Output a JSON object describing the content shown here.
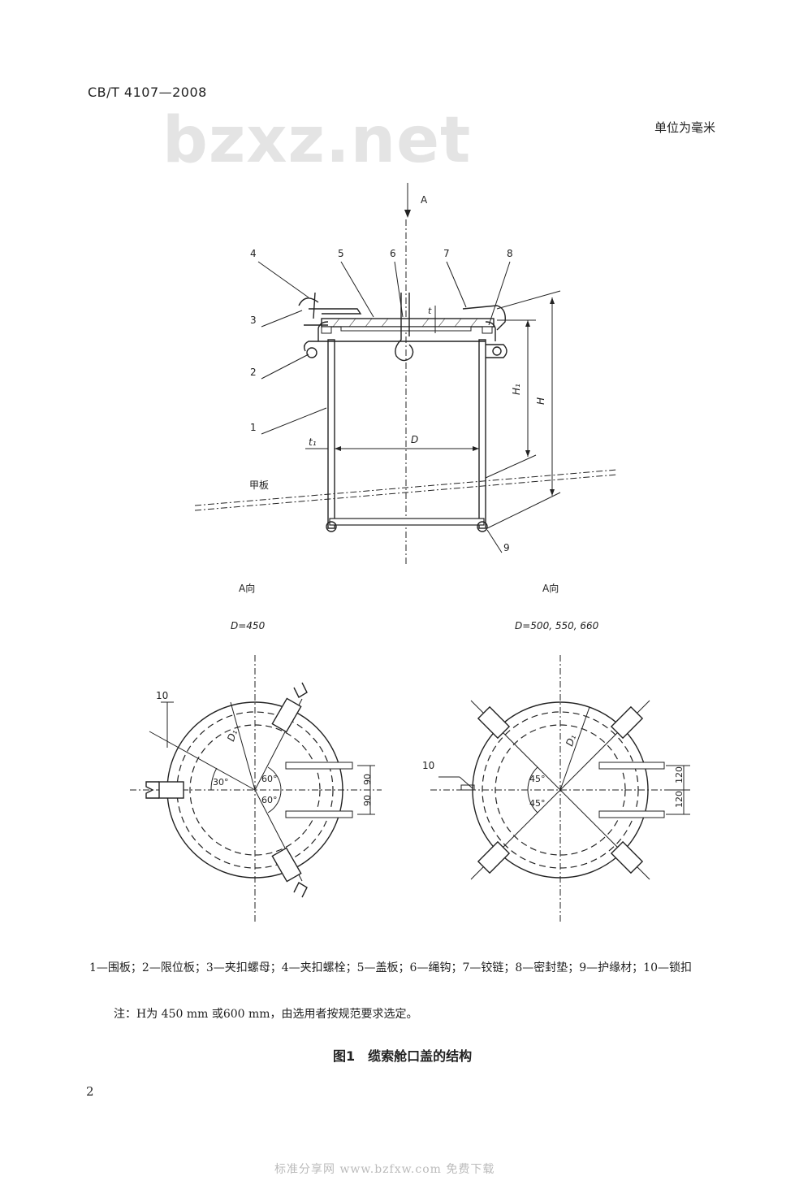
{
  "header": {
    "standard_number": "CB/T 4107—2008",
    "unit_note": "单位为毫米",
    "watermark": "bzxz.net"
  },
  "figure": {
    "view_arrow_label": "A",
    "part_numbers": [
      "4",
      "5",
      "6",
      "7",
      "8",
      "3",
      "2",
      "1",
      "9",
      "10",
      "10"
    ],
    "dimension_labels": {
      "t": "t",
      "t1": "t₁",
      "D": "D",
      "H1": "H₁",
      "H": "H",
      "D1": "D₁"
    },
    "deck_label": "甲板",
    "view_left": {
      "title": "A向",
      "subtitle": "D=450",
      "angles": [
        "30°",
        "60°",
        "60°"
      ],
      "dims": [
        "90",
        "90"
      ]
    },
    "view_right": {
      "title": "A向",
      "subtitle": "D=500, 550, 660",
      "angles": [
        "45°",
        "45°"
      ],
      "dims": [
        "120",
        "120"
      ]
    }
  },
  "legend": "1—围板；2—限位板；3—夹扣螺母；4—夹扣螺栓；5—盖板；6—绳钩；7—铰链；8—密封垫；9—护缘材；10—锁扣",
  "note": "注：H为 450 mm 或600 mm，由选用者按规范要求选定。",
  "caption": "图1　缆索舱口盖的结构",
  "page_number": "2",
  "footer": "标准分享网 www.bzfxw.com 免费下载"
}
